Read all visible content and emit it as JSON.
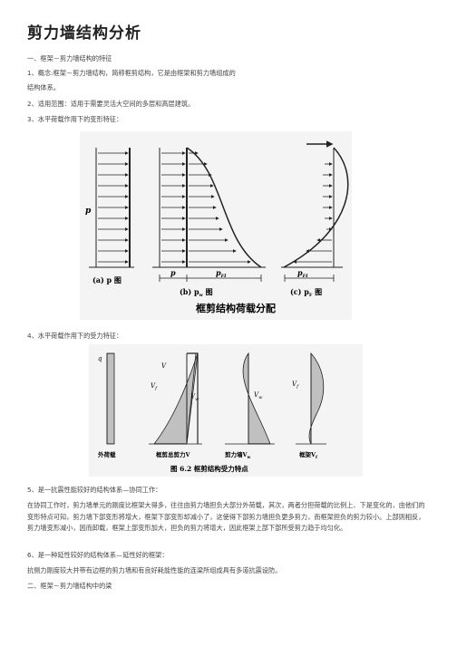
{
  "page_title": "剪力墙结构分析",
  "section1_heading": "一、框架－剪力墙结构的特征",
  "item1_line1": "1、概念:框架－剪力墙结构，简称框剪结构，它是由框架和剪力墙组成的",
  "item1_line2": "结构体系。",
  "item2": "2、适用范围：适用于需要灵活大空间的多层和高层建筑。",
  "item3": "3、水平荷载作用下的变形特征：",
  "figure1": {
    "label_p": "p",
    "caption_a": "(a)  p 图",
    "label_p_b": "p",
    "label_pfi_b": "p",
    "label_pfi_b_sub": "FI",
    "caption_b": "(b)  p",
    "caption_b_sub": "w",
    "caption_b_suffix": " 图",
    "label_pfi_c": "p",
    "label_pfi_c_sub": "FI",
    "caption_c": "(c)  p",
    "caption_c_sub": "F",
    "caption_c_suffix": " 图",
    "main_caption": "框剪结构荷载分配"
  },
  "item4": "4、水平荷载作用下的受力特征：",
  "figure2": {
    "label_q": "q",
    "label_v": "V",
    "label_vf": "V",
    "label_vf_sub": "f",
    "label_vw": "V",
    "label_vw_sub": "w",
    "label_vw2": "V",
    "label_vw2_sub": "w",
    "label_vf2": "V",
    "label_vf2_sub": "f",
    "caption_load": "外荷载",
    "caption_total": "框剪总剪力V",
    "caption_wall": "剪力墙V",
    "caption_wall_sub": "w",
    "caption_frame": "框架V",
    "caption_frame_sub": "f",
    "figure_caption": "图 6.2   框剪结构受力特点"
  },
  "item5": "5、是一抗震性能较好的结构体系—协同工作：",
  "item5_body": "在协同工作时，剪力墙单元的刚度比框架大得多，往往由剪力墙担负大部分外荷载，其次，两者分担荷载的比例上、下是变化的，由他们的变形特点可知，剪力墙下部变形将增大，框架下部变形却减小了，这使得下部剪力墙担负更多剪力，而框架担负的剪力较小。上部则相反，剪力墙变形减小，因而卸载，框架上部变形加大，担负的剪力将增大，因此框架上部下部所受剪力趋于均匀化。",
  "item6": "6、是一种延性较好的结构体系—延性好的框架：",
  "item6_body": "抗侧力刚度较大并带有边框的剪力墙和有良好耗能性能的连梁所组成具有多道抗震设防。",
  "section2_heading": "二、框架－剪力墙结构中的梁"
}
